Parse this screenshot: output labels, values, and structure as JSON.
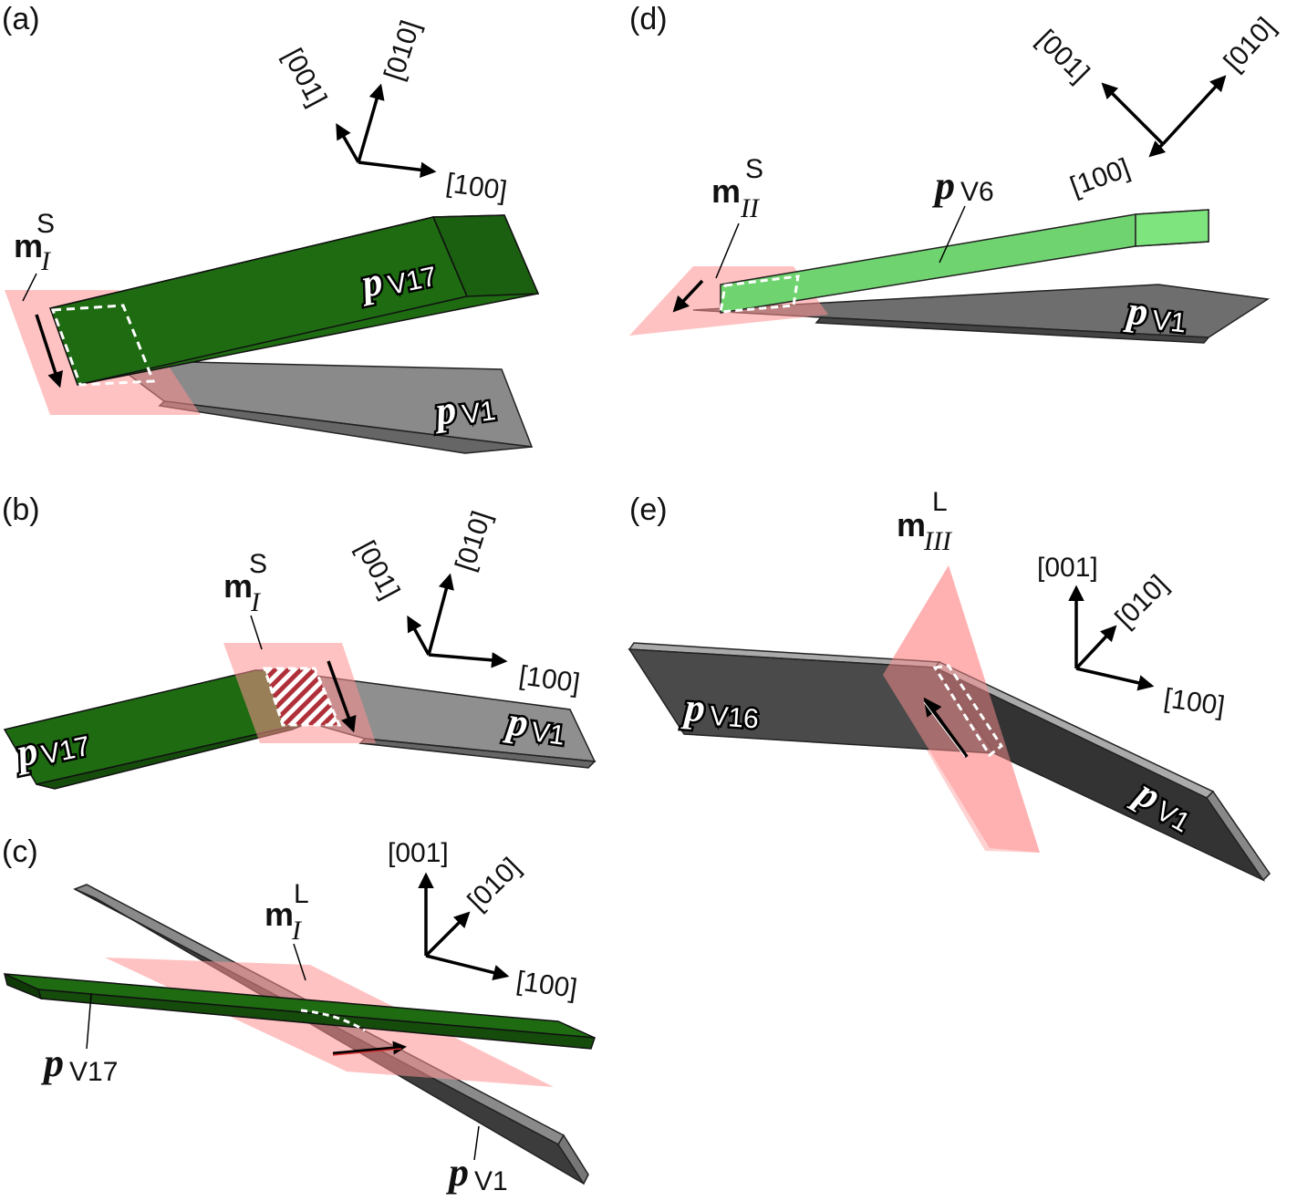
{
  "panels": [
    {
      "id": "a",
      "label": "(a)",
      "axes": [
        "[100]",
        "[010]",
        "[001]"
      ],
      "plates": [
        {
          "name": "p",
          "sub": "V17",
          "color": "#1e6b12"
        },
        {
          "name": "p",
          "sub": "V1",
          "color": "#8c8c8c"
        }
      ],
      "plane": {
        "symbol": "m",
        "sub": "I",
        "sup": "S"
      }
    },
    {
      "id": "b",
      "label": "(b)",
      "axes": [
        "[100]",
        "[010]",
        "[001]"
      ],
      "plates": [
        {
          "name": "p",
          "sub": "V17",
          "color": "#1e6b12"
        },
        {
          "name": "p",
          "sub": "V1",
          "color": "#8c8c8c"
        }
      ],
      "plane": {
        "symbol": "m",
        "sub": "I",
        "sup": "S"
      }
    },
    {
      "id": "c",
      "label": "(c)",
      "axes": [
        "[100]",
        "[010]",
        "[001]"
      ],
      "plates": [
        {
          "name": "p",
          "sub": "V17",
          "color": "#1e6b12"
        },
        {
          "name": "p",
          "sub": "V1",
          "color": "#3c3c3c"
        }
      ],
      "plane": {
        "symbol": "m",
        "sub": "I",
        "sup": "L"
      }
    },
    {
      "id": "d",
      "label": "(d)",
      "axes": [
        "[100]",
        "[010]",
        "[001]"
      ],
      "plates": [
        {
          "name": "p",
          "sub": "V6",
          "color": "#6fd46f"
        },
        {
          "name": "p",
          "sub": "V1",
          "color": "#6e6e6e"
        }
      ],
      "plane": {
        "symbol": "m",
        "sub": "II",
        "sup": "S"
      }
    },
    {
      "id": "e",
      "label": "(e)",
      "axes": [
        "[100]",
        "[010]",
        "[001]"
      ],
      "plates": [
        {
          "name": "p",
          "sub": "V16",
          "color": "#4a4a4a"
        },
        {
          "name": "p",
          "sub": "V1",
          "color": "#3a3a3a"
        }
      ],
      "plane": {
        "symbol": "m",
        "sub": "III",
        "sup": "L"
      }
    }
  ],
  "colors": {
    "habit_plane": "#ff9e9e",
    "green": "#1e6b12",
    "light_green": "#6fd46f",
    "gray": "#8c8c8c",
    "dark_gray": "#3c3c3c"
  }
}
